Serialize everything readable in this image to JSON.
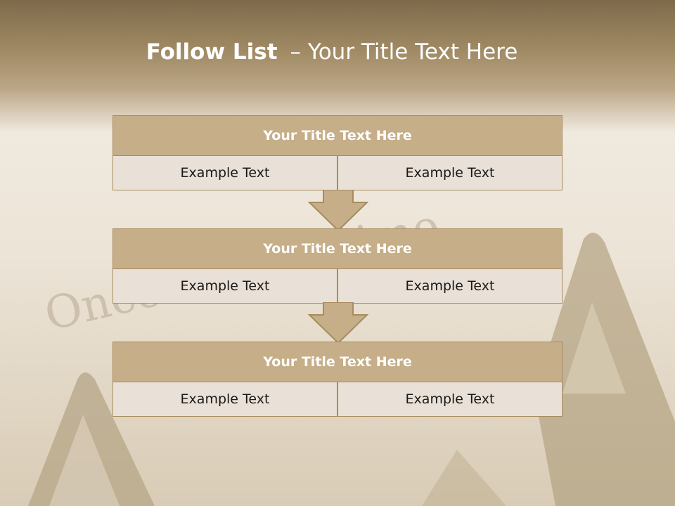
{
  "title": {
    "bold": "Follow List",
    "rest": "– Your Title Text Here"
  },
  "colors": {
    "header_fill": "#c5ae88",
    "cell_fill": "#e9e1d7",
    "border": "#a88c5f",
    "title_band": "#8a7452"
  },
  "blocks": [
    {
      "heading": "Your Title Text Here",
      "left": "Example Text",
      "right": "Example Text"
    },
    {
      "heading": "Your Title Text Here",
      "left": "Example Text",
      "right": "Example Text"
    },
    {
      "heading": "Your Title Text Here",
      "left": "Example Text",
      "right": "Example Text"
    }
  ],
  "background": {
    "typed_text": "Once upon a time"
  },
  "icons": [
    "down-arrow-icon",
    "down-arrow-icon"
  ]
}
